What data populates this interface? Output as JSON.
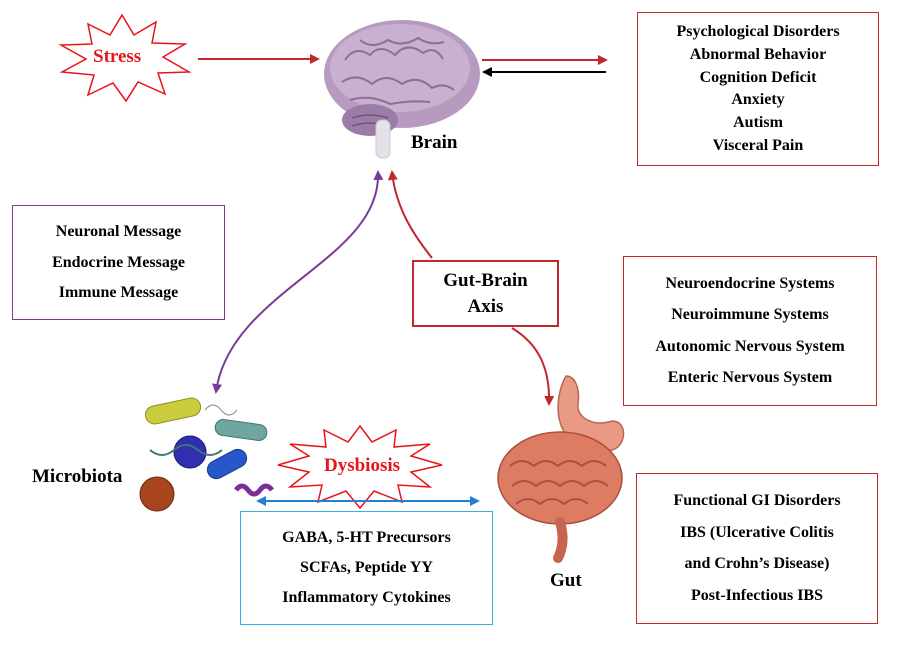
{
  "stress": "Stress",
  "dysbiosis": "Dysbiosis",
  "brain_label": "Brain",
  "gut_label": "Gut",
  "microbiota_label": "Microbiota",
  "gut_brain_axis": [
    "Gut-Brain",
    "Axis"
  ],
  "brain_effects": [
    "Psychological Disorders",
    "Abnormal Behavior",
    "Cognition Deficit",
    "Anxiety",
    "Autism",
    "Visceral Pain"
  ],
  "messages": [
    "Neuronal Message",
    "Endocrine Message",
    "Immune Message"
  ],
  "systems": [
    "Neuroendocrine Systems",
    "Neuroimmune Systems",
    "Autonomic Nervous System",
    "Enteric Nervous System"
  ],
  "metabolites": [
    "GABA, 5-HT Precursors",
    "SCFAs, Peptide YY",
    "Inflammatory Cytokines"
  ],
  "gut_disorders": [
    "Functional GI Disorders",
    "IBS  (Ulcerative Colitis",
    "and Crohn’s Disease)",
    "Post-Infectious IBS"
  ],
  "colors": {
    "red": "#c0282d",
    "purple": "#7b3a96",
    "blue": "#1f80d6",
    "burst_text": "#e8141a"
  },
  "icons": [
    "brain-illustration",
    "gut-illustration",
    "microbiota-illustration",
    "starburst"
  ]
}
